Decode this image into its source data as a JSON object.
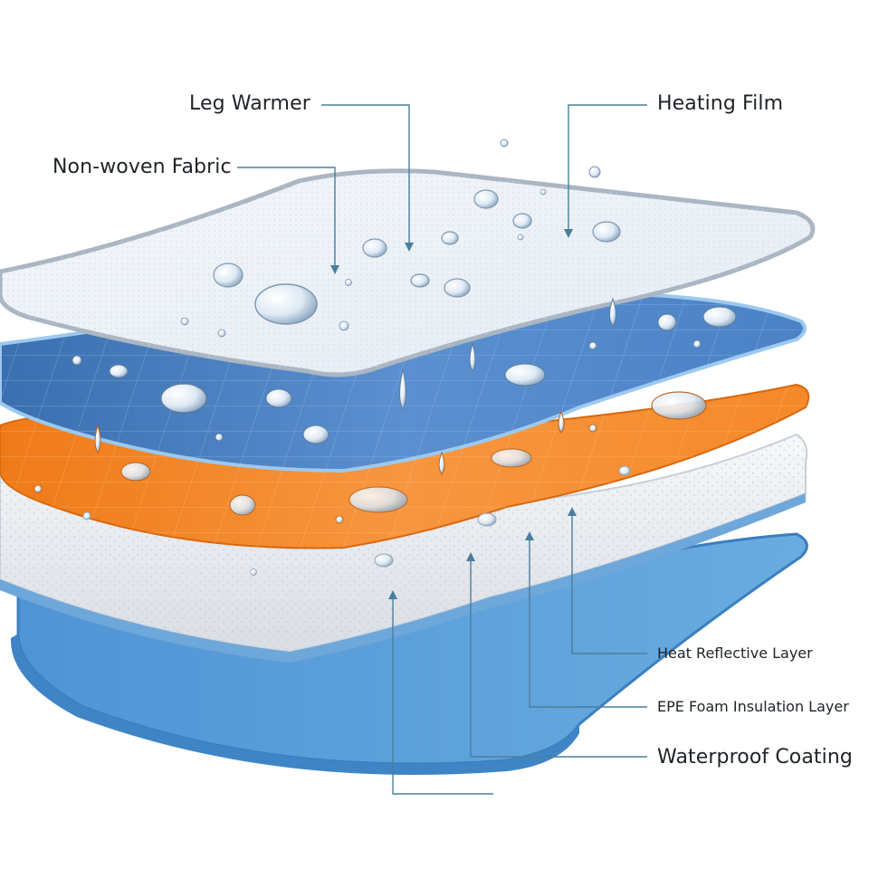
{
  "colors": {
    "leader_line": "#4a7f9c",
    "fabric": "#eef3f8",
    "fabric_edge": "#a8b4c0",
    "film_blue": "#3f75b8",
    "film_edge": "#8ec2ea",
    "heat_orange": "#f3821f",
    "foam": "#eceff3",
    "bottom_blue": "#5a9fdb",
    "drop": "#dfeaf5"
  },
  "labels": {
    "leg_warmer": "Leg Warmer",
    "heating_film": "Heating Film",
    "non_woven_fabric": "Non-woven Fabric",
    "heat_reflective_layer": "Heat Reflective Layer",
    "epe_foam_layer": "EPE Foam Insulation Layer",
    "waterproof_coating": "Waterproof Coating"
  },
  "icons": [
    "water-droplet-icon"
  ]
}
